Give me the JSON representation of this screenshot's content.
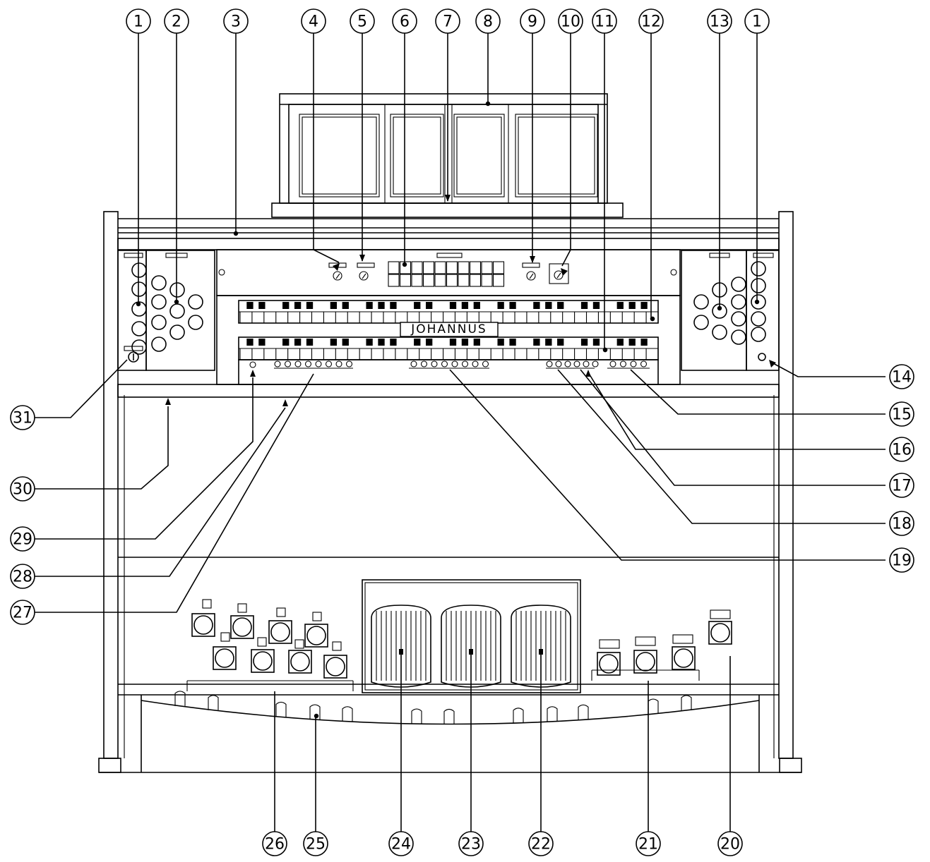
{
  "brand_label": "JOHANNUS",
  "callouts": [
    "1",
    "2",
    "3",
    "4",
    "5",
    "6",
    "7",
    "8",
    "9",
    "10",
    "11",
    "12",
    "13",
    "1",
    "14",
    "15",
    "16",
    "17",
    "18",
    "19",
    "20",
    "21",
    "22",
    "23",
    "24",
    "25",
    "26",
    "27",
    "28",
    "29",
    "30",
    "31"
  ]
}
